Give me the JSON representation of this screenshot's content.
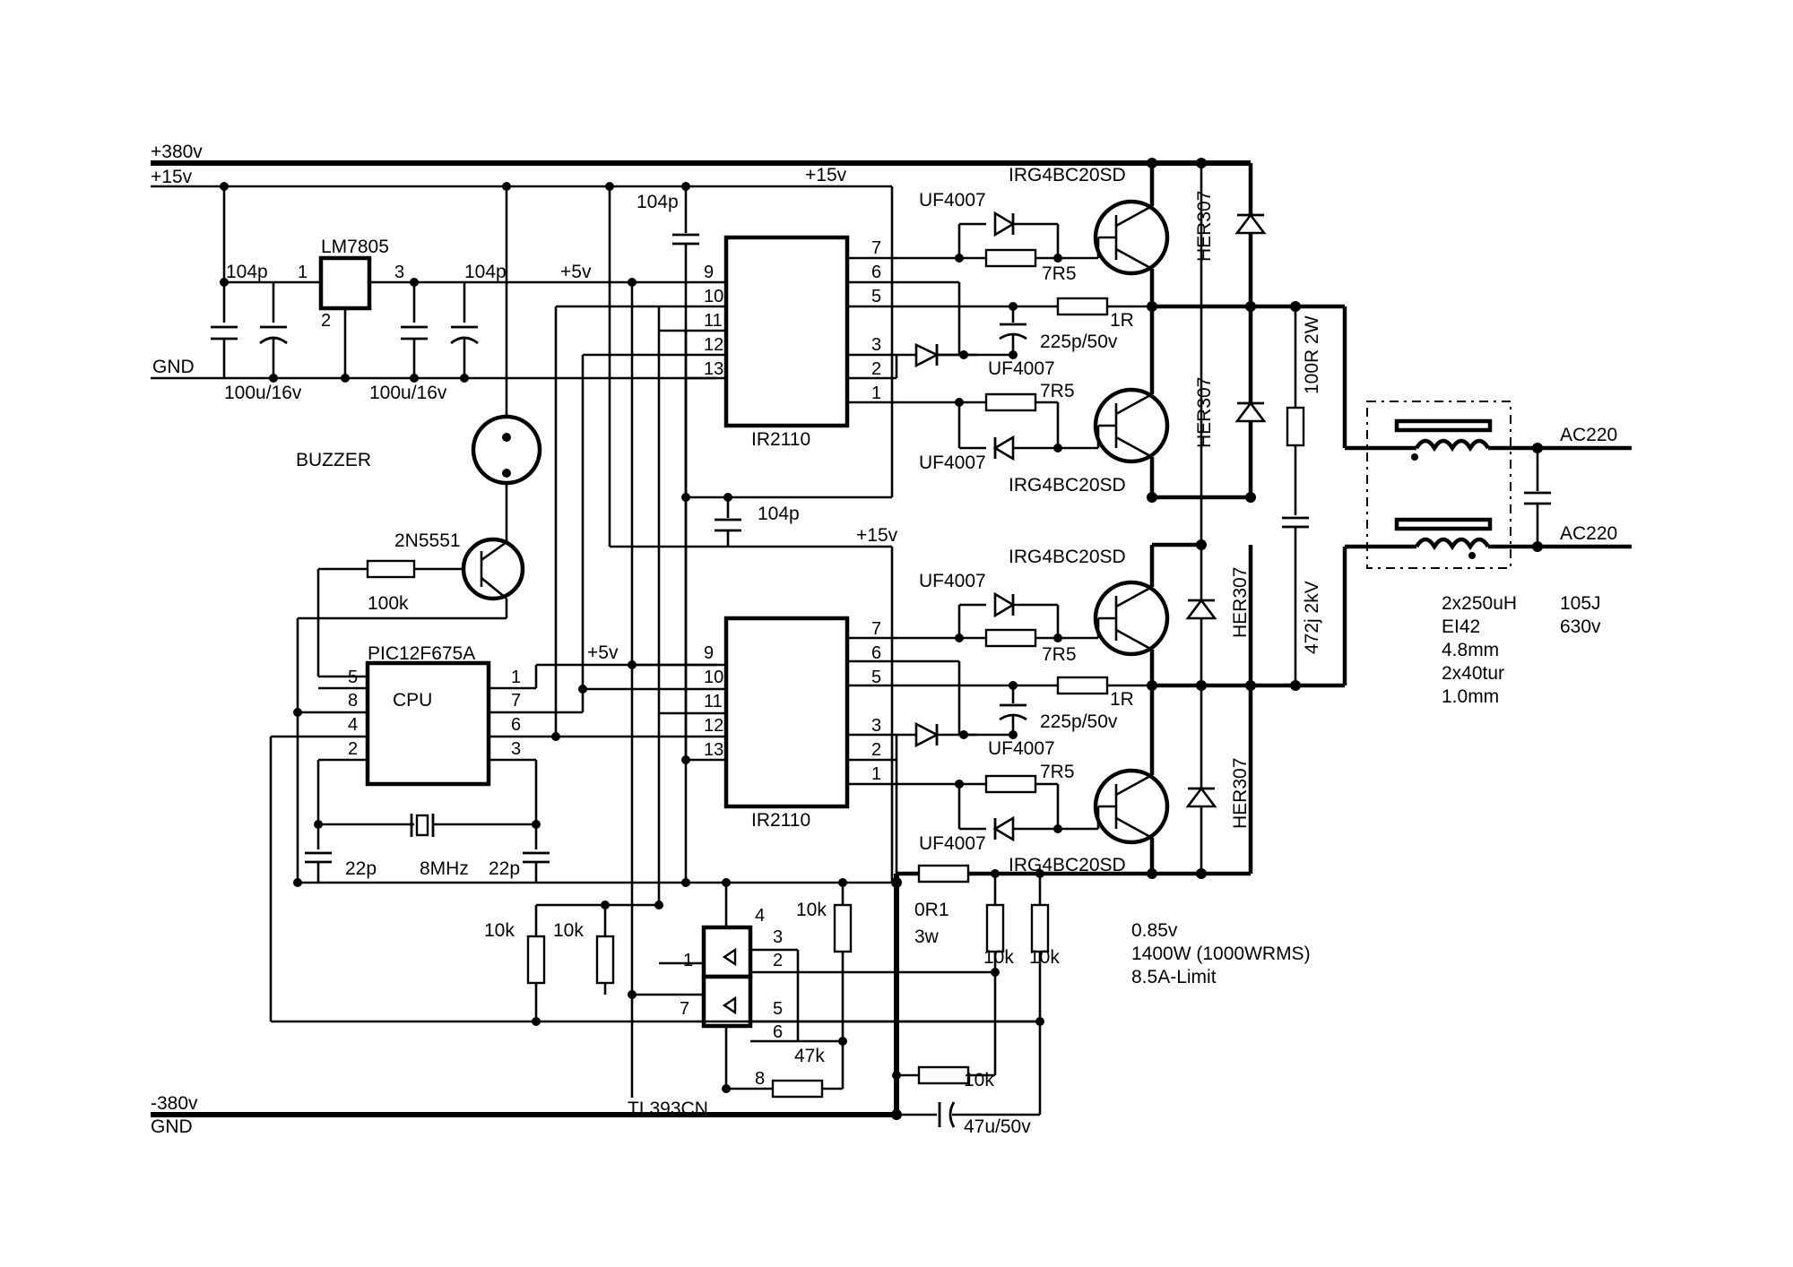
{
  "rails": {
    "plus380": "+380v",
    "plus15": "+15v",
    "gnd": "GND",
    "minus380": "-380v",
    "gnd_bottom": "GND",
    "plus15_a": "+15v",
    "plus15_b": "+15v",
    "plus5_a": "+5v",
    "plus5_b": "+5v"
  },
  "regulator": {
    "name": "LM7805",
    "pin_in": "1",
    "pin_out": "3",
    "pin_gnd": "2",
    "cap_in": "104p",
    "cap_out": "104p",
    "elco_in": "100u/16v",
    "elco_out": "100u/16v"
  },
  "buzzer": {
    "label": "BUZZER"
  },
  "transistor": {
    "name": "2N5551",
    "base_resistor": "100k"
  },
  "mcu": {
    "name": "PIC12F675A",
    "label": "CPU",
    "pins_left": [
      "5",
      "8",
      "4",
      "2"
    ],
    "pins_right": [
      "1",
      "7",
      "6",
      "3"
    ],
    "crystal": "8MHz",
    "cap_left": "22p",
    "cap_right": "22p"
  },
  "driver_top": {
    "name": "IR2110",
    "pins_left": [
      "9",
      "10",
      "11",
      "12",
      "13"
    ],
    "pins_right": [
      "7",
      "6",
      "5",
      "3",
      "2",
      "1"
    ],
    "decoupling_top": "104p",
    "decoupling_bottom": "104p"
  },
  "driver_bottom": {
    "name": "IR2110",
    "pins_left": [
      "9",
      "10",
      "11",
      "12",
      "13"
    ],
    "pins_right": [
      "7",
      "6",
      "5",
      "3",
      "2",
      "1"
    ]
  },
  "gate_parts": {
    "diode": "UF4007",
    "gate_resistor": "7R5",
    "bootstrap_resistor": "1R",
    "bootstrap_cap": "225p/50v"
  },
  "igbt": {
    "name": "IRG4BC20SD"
  },
  "freewheel_diode": {
    "name": "HER307"
  },
  "snubber": {
    "resistor": "100R 2W",
    "capacitor": "472j 2kV"
  },
  "filter": {
    "ac1": "AC220",
    "ac2": "AC220",
    "notes": [
      "2x250uH",
      "EI42",
      "4.8mm",
      "2x40tur",
      "1.0mm"
    ],
    "cap_notes": [
      "105J",
      "630v"
    ]
  },
  "sense": {
    "shunt": "0R1",
    "shunt_power": "3w",
    "comparator": "TL393CN",
    "comparator_pins": [
      "4",
      "3",
      "2",
      "1",
      "7",
      "5",
      "6",
      "8"
    ],
    "resistors": {
      "r1": "10k",
      "r2": "10k",
      "r3": "10k",
      "r4": "10k",
      "r5": "10k",
      "r6": "47k",
      "r7": "10k"
    },
    "elco": "47u/50v"
  },
  "notes": [
    "0.85v",
    "1400W (1000WRMS)",
    "8.5A-Limit"
  ]
}
